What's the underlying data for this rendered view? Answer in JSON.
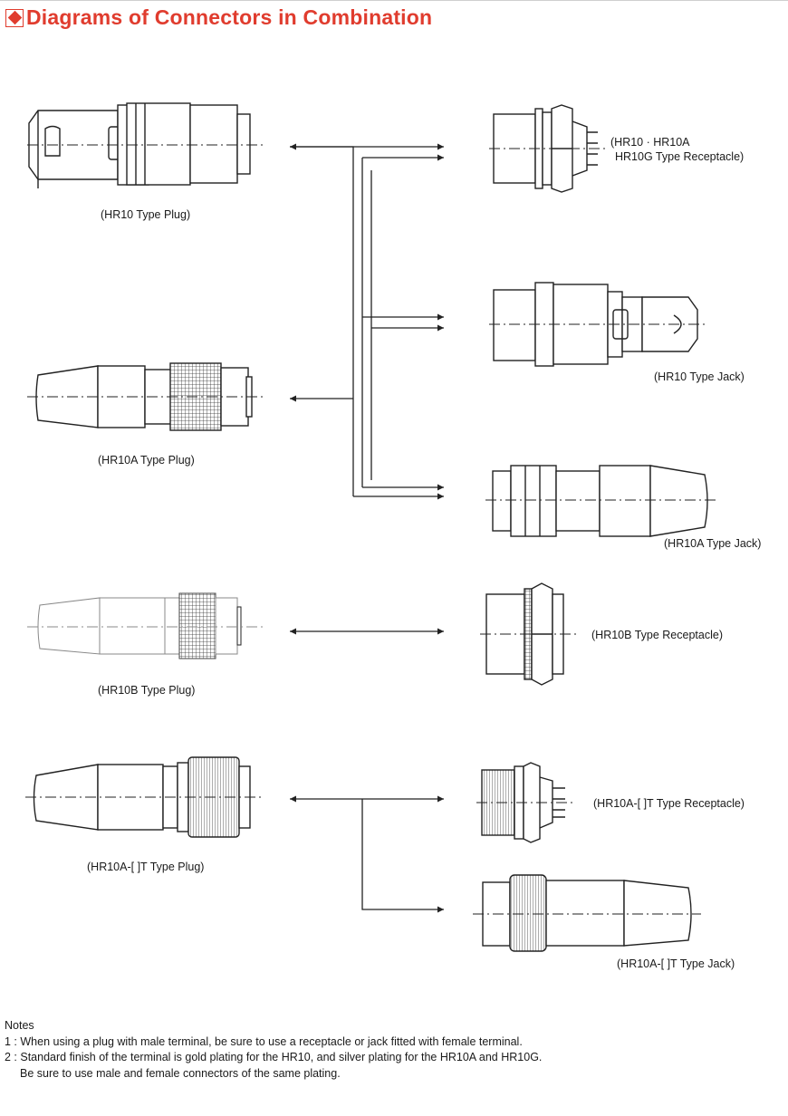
{
  "header": {
    "title": "Diagrams of Connectors in Combination",
    "accent_color": "#e03c2e"
  },
  "connectors": {
    "hr10_plug": "(HR10 Type Plug)",
    "hr10a_plug": "(HR10A Type Plug)",
    "hr10b_plug": "(HR10B Type Plug)",
    "hr10at_plug": "(HR10A-[  ]T Type Plug)",
    "hr10_receptacle_line1": "(HR10 · HR10A",
    "hr10_receptacle_line2": "HR10G  Type Receptacle)",
    "hr10_jack": "(HR10 Type Jack)",
    "hr10a_jack": "(HR10A Type Jack)",
    "hr10b_receptacle": "(HR10B Type Receptacle)",
    "hr10at_receptacle": "(HR10A-[  ]T Type Receptacle)",
    "hr10at_jack": "(HR10A-[  ]T Type Jack)"
  },
  "notes": {
    "heading": "Notes",
    "note1": "1 : When using a plug with male terminal, be sure to use a receptacle or jack fitted with female terminal.",
    "note2": "2 : Standard finish of the terminal is gold plating for the HR10, and silver plating for the HR10A and HR10G.",
    "note2_cont": "Be sure to use male and female connectors of the same plating."
  }
}
